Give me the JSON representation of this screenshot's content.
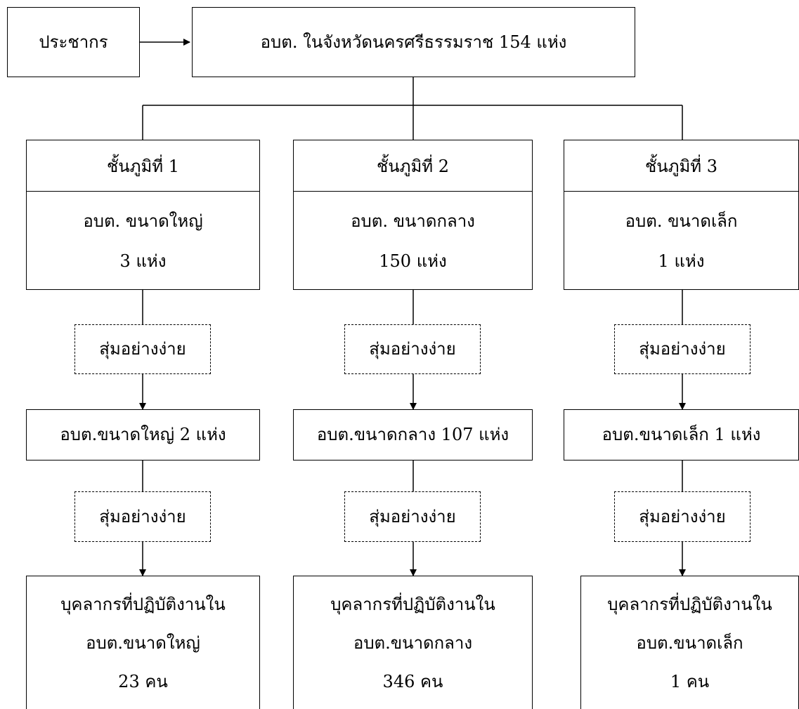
{
  "population": {
    "label": "ประชากร",
    "main": "อบต. ในจังหวัดนครศรีธรรมราช  154 แห่ง"
  },
  "strata": [
    {
      "header": "ชั้นภูมิที่ 1",
      "size": "อบต. ขนาดใหญ่",
      "count": "3 แห่ง",
      "sampling1": "สุ่มอย่างง่าย",
      "sample": "อบต.ขนาดใหญ่  2 แห่ง",
      "sampling2": "สุ่มอย่างง่าย",
      "final_line1": "บุคลากรที่ปฏิบัติงานใน",
      "final_line2": "อบต.ขนาดใหญ่",
      "final_line3": "23 คน"
    },
    {
      "header": "ชั้นภูมิที่ 2",
      "size": "อบต. ขนาดกลาง",
      "count": "150 แห่ง",
      "sampling1": "สุ่มอย่างง่าย",
      "sample": "อบต.ขนาดกลาง 107 แห่ง",
      "sampling2": "สุ่มอย่างง่าย",
      "final_line1": "บุคลากรที่ปฏิบัติงานใน",
      "final_line2": "อบต.ขนาดกลาง",
      "final_line3": "346 คน"
    },
    {
      "header": "ชั้นภูมิที่ 3",
      "size": "อบต. ขนาดเล็ก",
      "count": "1 แห่ง",
      "sampling1": "สุ่มอย่างง่าย",
      "sample": "อบต.ขนาดเล็ก 1 แห่ง",
      "sampling2": "สุ่มอย่างง่าย",
      "final_line1": "บุคลากรที่ปฏิบัติงานใน",
      "final_line2": "อบต.ขนาดเล็ก",
      "final_line3": "1 คน"
    }
  ]
}
